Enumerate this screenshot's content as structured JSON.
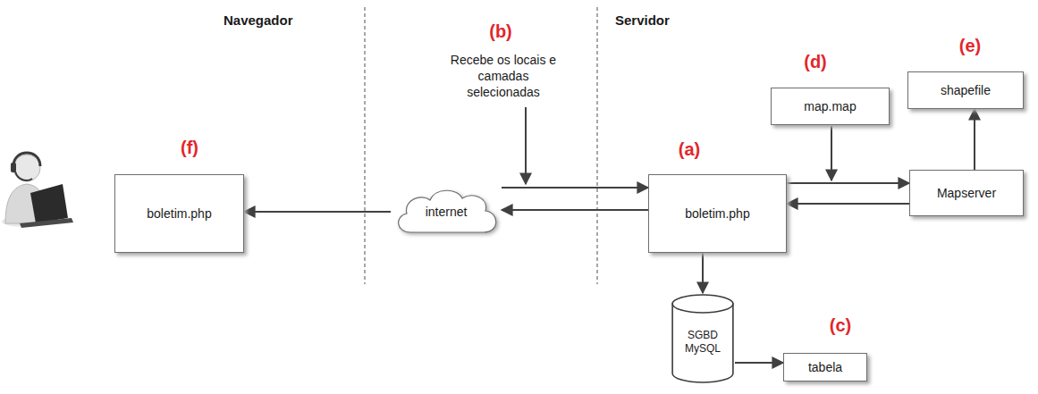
{
  "diagram": {
    "nodes": [
      {
        "text": [
          "boletim.php"
        ]
      },
      {
        "text": [
          "internet"
        ]
      },
      {
        "text": [
          "boletim.php"
        ]
      },
      {
        "text": [
          "map.map"
        ]
      },
      {
        "text": [
          "shapefile"
        ]
      },
      {
        "text": [
          "Mapserver"
        ]
      },
      {
        "text": [
          "SGBD MySQL"
        ]
      },
      {
        "text": [
          "tabela"
        ]
      }
    ],
    "edges": [
      {
        "from": 1,
        "to": 2,
        "arrow": "to"
      },
      {
        "from": 2,
        "to": 1,
        "arrow": "to"
      },
      {
        "from": 1,
        "to": 0,
        "arrow": "to"
      },
      {
        "from": 2,
        "to": 5,
        "arrow": "to"
      },
      {
        "from": 5,
        "to": 2,
        "arrow": "to"
      },
      {
        "from": 5,
        "to": 4,
        "arrow": "to"
      },
      {
        "from": 2,
        "to": 6,
        "arrow": "to"
      },
      {
        "from": 6,
        "to": 7,
        "arrow": "to"
      }
    ],
    "labels": [
      "Navegador",
      "Servidor",
      "(b)",
      "Recebe os locais e camadas selecionadas",
      "(f)",
      "(a)",
      "(d)",
      "(e)",
      "(c)"
    ]
  }
}
